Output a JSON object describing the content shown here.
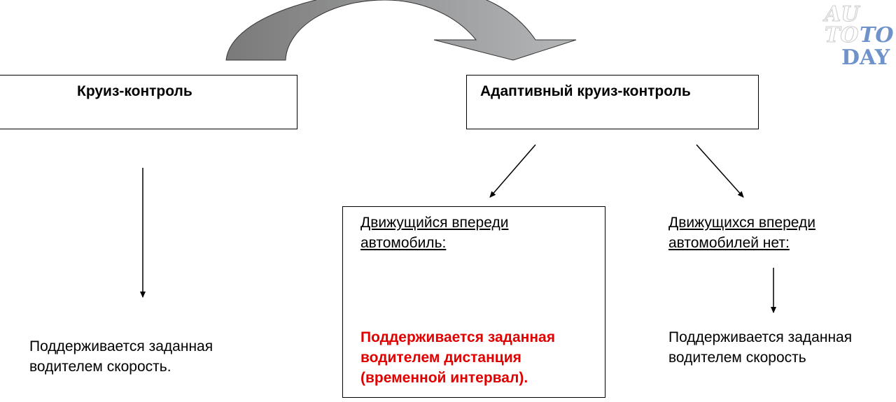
{
  "boxes": {
    "cruise": "Круиз-контроль",
    "adaptive": "Адаптивный круиз-контроль"
  },
  "branches": {
    "vehicle_ahead": {
      "line1": "Движущийся впереди",
      "line2": "автомобиль:"
    },
    "no_vehicle": {
      "line1": "Движущихся впереди",
      "line2": "автомобилей нет:"
    }
  },
  "results": {
    "cruise": {
      "line1": "Поддерживается заданная",
      "line2": "водителем скорость."
    },
    "distance": {
      "line1": "Поддерживается заданная",
      "line2": "водителем дистанция",
      "line3": "(временной интервал)."
    },
    "speed": {
      "line1": "Поддерживается заданная",
      "line2": "водителем скорость"
    }
  },
  "watermark": {
    "a": "AU",
    "b": "TO",
    "c": "TO",
    "d": "DAY"
  },
  "colors": {
    "highlight": "#e00000",
    "arrow": "#8f8f8f",
    "watermark": "#6f93c9"
  }
}
